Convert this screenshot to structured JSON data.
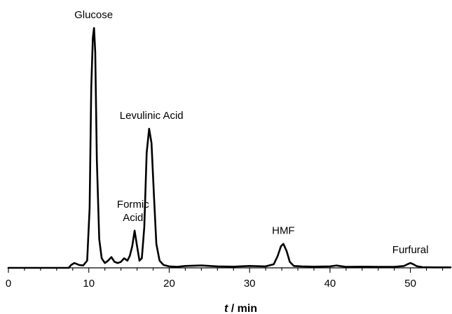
{
  "chart_data": {
    "type": "line",
    "title": "",
    "xlabel_var": "t",
    "xlabel_unit": " / min",
    "ylabel": "",
    "xlim": [
      0,
      55
    ],
    "ylim": [
      0,
      1
    ],
    "xticks": [
      0,
      10,
      20,
      30,
      40,
      50
    ],
    "grid": false,
    "line_color": "#000000",
    "series": [
      {
        "values_description": "relative detector response",
        "x": [
          0,
          7.5,
          7.8,
          8.2,
          8.8,
          9.3,
          9.8,
          10.1,
          10.3,
          10.5,
          10.65,
          10.8,
          11.0,
          11.3,
          11.6,
          12.0,
          12.4,
          12.8,
          13.2,
          13.6,
          14.0,
          14.4,
          14.8,
          15.1,
          15.4,
          15.7,
          16.0,
          16.3,
          16.6,
          16.9,
          17.2,
          17.5,
          17.8,
          18.1,
          18.4,
          18.8,
          19.3,
          20.0,
          21.0,
          22.0,
          24.0,
          26.0,
          28.0,
          30.0,
          32.0,
          33.0,
          33.5,
          33.9,
          34.2,
          34.6,
          35.0,
          35.5,
          36.5,
          38.0,
          40.0,
          40.8,
          41.2,
          42.0,
          44.0,
          46.0,
          48.0,
          49.2,
          49.7,
          50.0,
          50.3,
          50.8,
          51.5,
          53.0,
          55.0
        ],
        "y": [
          0.0,
          0.0,
          0.012,
          0.02,
          0.012,
          0.01,
          0.03,
          0.25,
          0.75,
          0.96,
          1.0,
          0.9,
          0.45,
          0.12,
          0.04,
          0.02,
          0.03,
          0.045,
          0.025,
          0.02,
          0.025,
          0.04,
          0.03,
          0.05,
          0.09,
          0.155,
          0.09,
          0.03,
          0.04,
          0.17,
          0.48,
          0.58,
          0.52,
          0.3,
          0.1,
          0.03,
          0.012,
          0.006,
          0.004,
          0.008,
          0.01,
          0.006,
          0.005,
          0.008,
          0.006,
          0.015,
          0.05,
          0.09,
          0.1,
          0.07,
          0.025,
          0.008,
          0.006,
          0.005,
          0.006,
          0.01,
          0.008,
          0.004,
          0.005,
          0.004,
          0.004,
          0.008,
          0.016,
          0.02,
          0.016,
          0.007,
          0.003,
          0.002,
          0.002
        ]
      }
    ],
    "annotations": [
      {
        "lines": [
          "Glucose"
        ],
        "x": 10.6,
        "y": 1.0
      },
      {
        "lines": [
          "Levulinic Acid"
        ],
        "x": 17.8,
        "y": 0.58
      },
      {
        "lines": [
          "Formic",
          "Acid"
        ],
        "x": 15.5,
        "y": 0.155
      },
      {
        "lines": [
          "HMF"
        ],
        "x": 34.2,
        "y": 0.1
      },
      {
        "lines": [
          "Furfural"
        ],
        "x": 50.0,
        "y": 0.02
      }
    ]
  }
}
